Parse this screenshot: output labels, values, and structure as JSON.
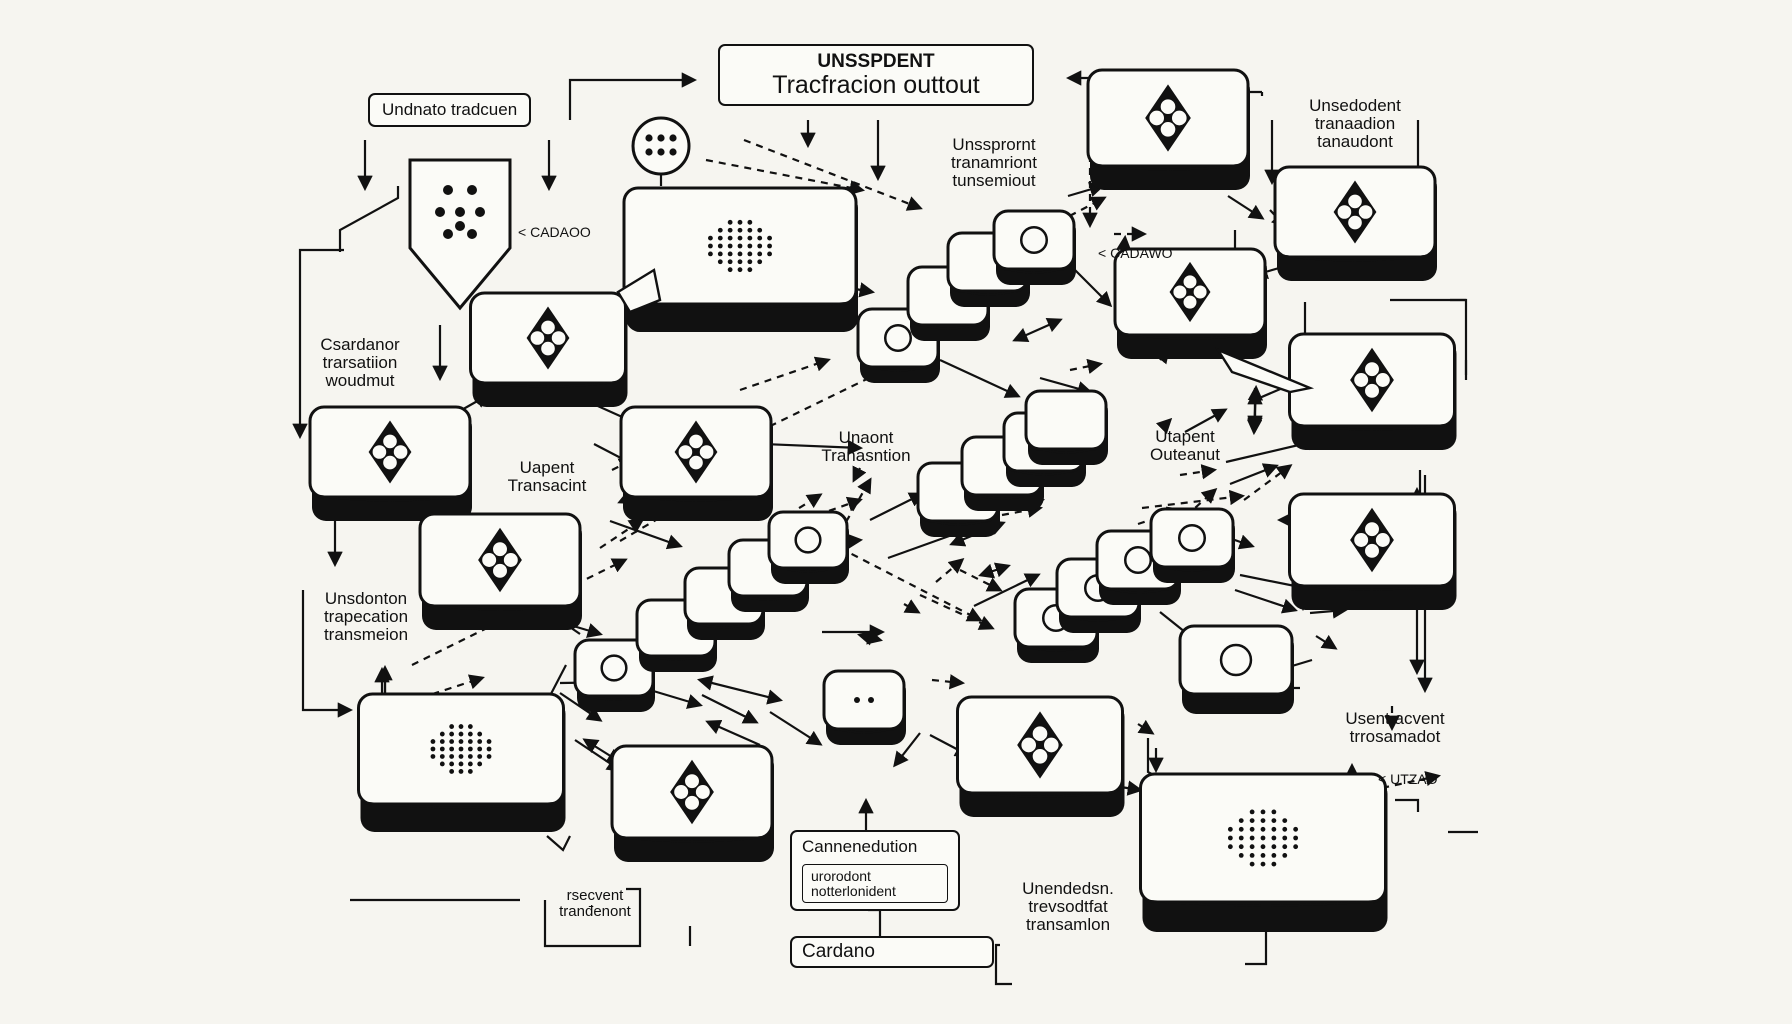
{
  "labels": {
    "top_title": {
      "line1": "UNSSPDENT",
      "line2": "Tracfracion outtout"
    },
    "top_left": "Undnato tradcuen",
    "cadaoo": "CADAOO",
    "mid_top": {
      "line1": "Unssprornt",
      "line2": "tranamriont",
      "line3": "tunsemiout"
    },
    "cadawo": "CADAWO",
    "top_right": {
      "line1": "Unsedodent",
      "line2": "tranaadion",
      "line3": "tanaudont"
    },
    "left_mid": {
      "line1": "Csardanor",
      "line2": "trarsatiion",
      "line3": "woudmut"
    },
    "uapent": {
      "line1": "Uapent",
      "line2": "Transacint"
    },
    "unaont": {
      "line1": "Unaont",
      "line2": "Tranasntion"
    },
    "utapent": {
      "line1": "Utapent",
      "line2": "Outeanut"
    },
    "left_low": {
      "line1": "Unsdonton",
      "line2": "trapecation",
      "line3": "transmeion"
    },
    "right_low": {
      "line1": "Usent acvent",
      "line2": "trrosamadot"
    },
    "utzao": "UTZAO",
    "conn": {
      "title": "Cannenedution",
      "line1": "urorodont",
      "line2": "notterlonident"
    },
    "bottom_left": {
      "line1": "rsecvent",
      "line2": "tranđenont"
    },
    "bottom_right": {
      "line1": "Unendedsn.",
      "line2": "trevsodtfat",
      "line3": "transamlon"
    },
    "cardano": "Cardano"
  },
  "icons": [
    "cardano-diamond-icon",
    "dot-grid-icon",
    "circle-icon",
    "shield-icon"
  ],
  "colors": {
    "ink": "#111111",
    "paper": "#f6f5f0",
    "tile": "#fbfbf7"
  }
}
